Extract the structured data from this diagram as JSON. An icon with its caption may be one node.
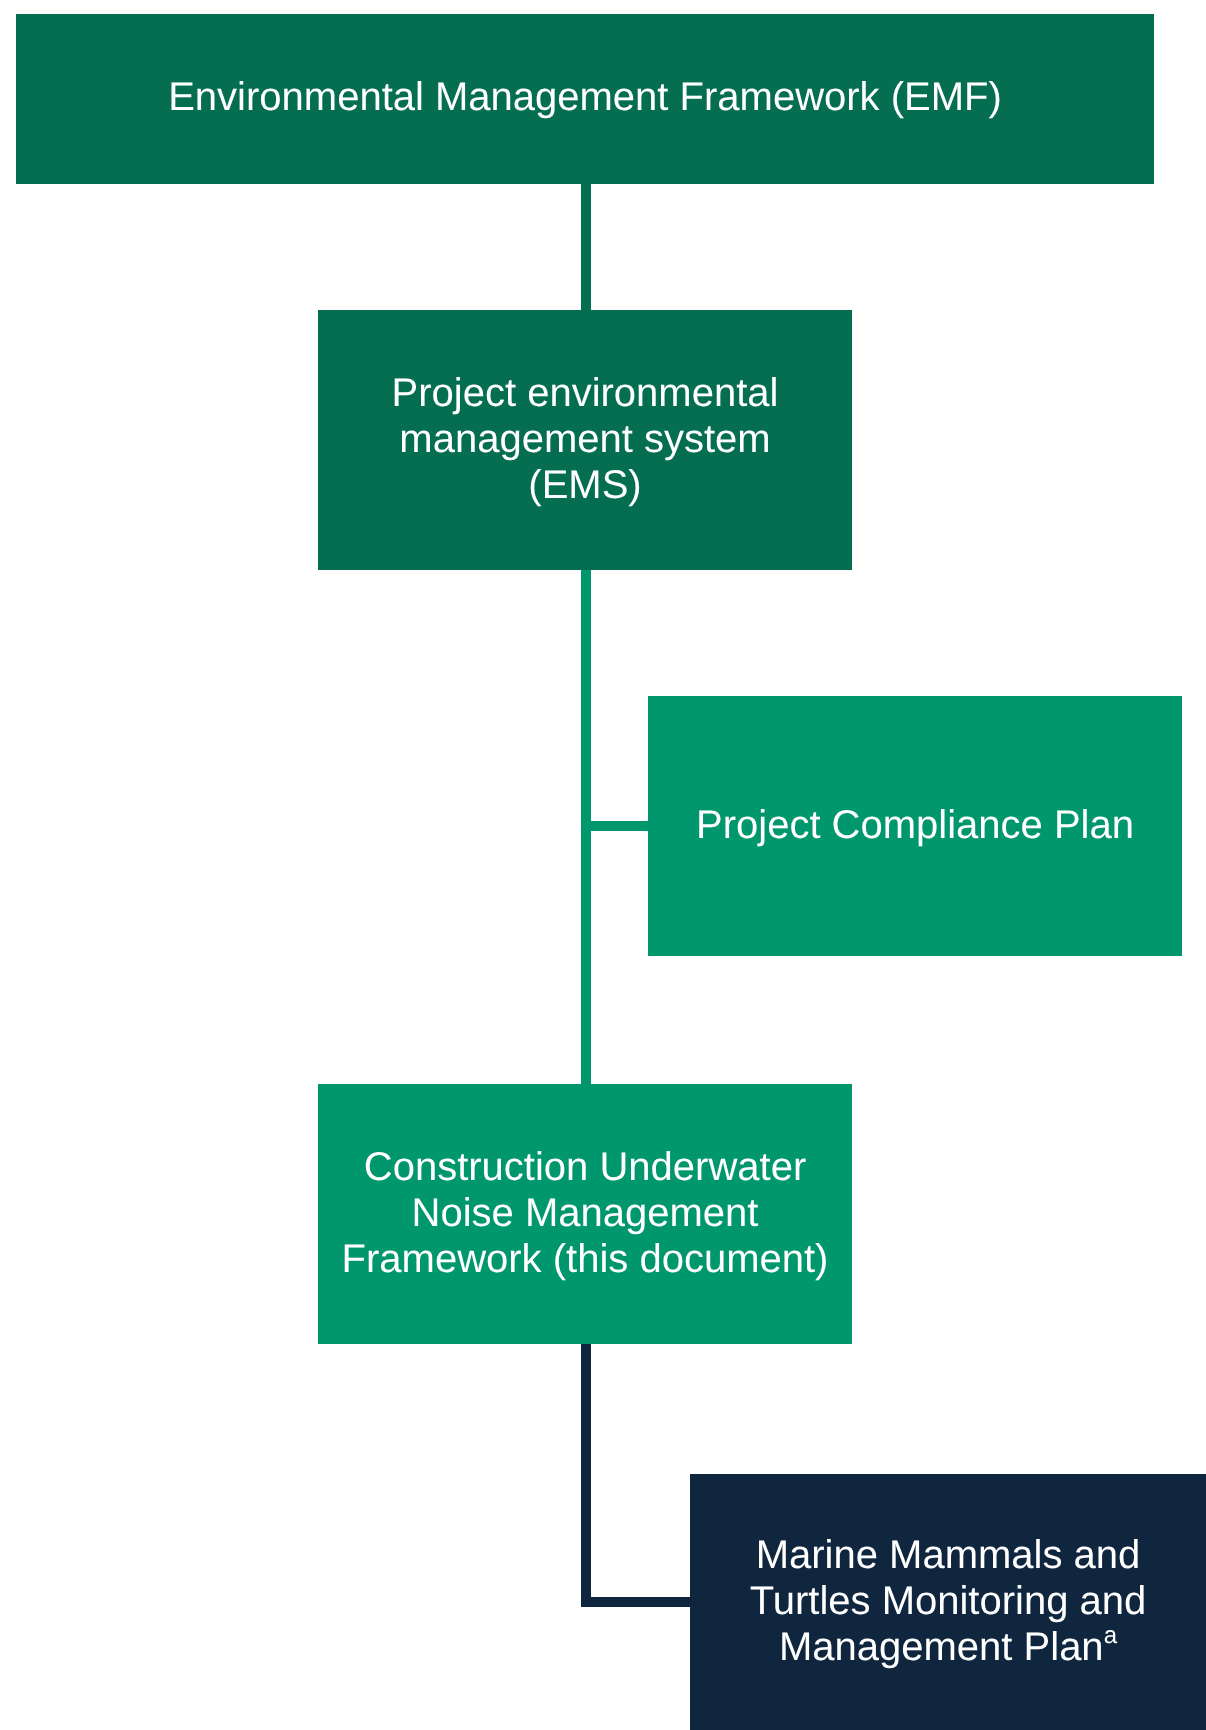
{
  "diagram": {
    "nodes": [
      {
        "text": [
          "Environmental Management Framework (EMF)"
        ]
      },
      {
        "text": [
          "Project environmental management system (EMS)"
        ]
      },
      {
        "text": [
          "Project Compliance Plan"
        ]
      },
      {
        "text": [
          "Construction Underwater Noise Management Framework (this document)"
        ]
      },
      {
        "text": [
          "Marine Mammals and Turtles Monitoring and Management Plan$^{a}$"
        ]
      }
    ],
    "edges": [
      {
        "from": 0,
        "to": 1,
        "arrow": "none",
        "color": "#056e51"
      },
      {
        "from": 1,
        "to": 2,
        "arrow": "none"
      },
      {
        "from": 1,
        "to": 3,
        "arrow": "none"
      },
      {
        "from": 3,
        "to": 4,
        "arrow": "none",
        "color": "#10263f"
      }
    ]
  }
}
